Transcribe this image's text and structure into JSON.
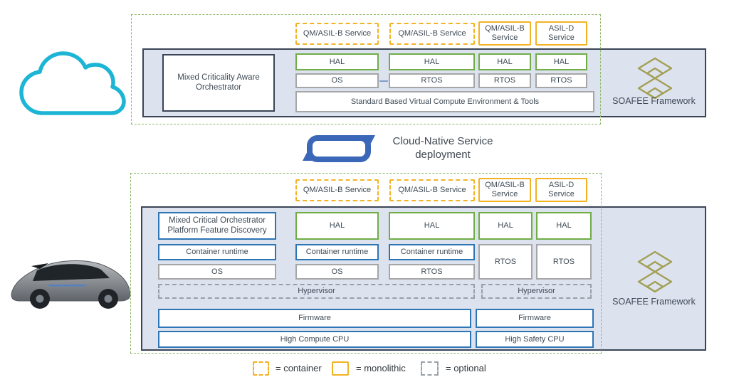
{
  "colors": {
    "panel_fill": "#dce3ef",
    "panel_border": "#3a4557",
    "green": "#70ad47",
    "gold": "#f4b223",
    "blue": "#2e75b6",
    "gray": "#a6a6a6",
    "dashed_green": "#8cb868",
    "cloud_cyan": "#1db5d5",
    "cycle_blue": "#3a67b7",
    "soafee_olive": "#a39f55"
  },
  "icons": {
    "cloud": "cloud-icon",
    "cycle": "cycle-arrows-icon",
    "soafee": "layered-diamonds-icon",
    "car": "vehicle-image"
  },
  "soafee": {
    "label": "SOAFEE Framework"
  },
  "top": {
    "orchestrator": "Mixed Criticality Aware Orchestrator",
    "services": [
      "QM/ASIL-B Service",
      "QM/ASIL-B Service",
      "QM/ASIL-B Service",
      "ASIL-D Service"
    ],
    "hal": [
      "HAL",
      "HAL",
      "HAL",
      "HAL"
    ],
    "os_row": [
      "OS",
      "RTOS",
      "RTOS",
      "RTOS"
    ],
    "platform_bar": "Standard Based Virtual Compute Environment & Tools"
  },
  "middle": {
    "caption": "Cloud-Native Service deployment"
  },
  "bottom": {
    "orchestrator": "Mixed Critical Orchestrator Platform Feature Discovery",
    "services": [
      "QM/ASIL-B Service",
      "QM/ASIL-B Service",
      "QM/ASIL-B Service",
      "ASIL-D Service"
    ],
    "hal": [
      "HAL",
      "HAL",
      "HAL",
      "HAL"
    ],
    "container_runtime": [
      "Container runtime",
      "Container runtime",
      "Container runtime"
    ],
    "os_row": [
      "OS",
      "OS",
      "RTOS"
    ],
    "rtos_tall": [
      "RTOS",
      "RTOS"
    ],
    "hypervisor_left": "Hypervisor",
    "hypervisor_right": "Hypervisor",
    "firmware_left": "Firmware",
    "firmware_right": "Firmware",
    "cpu_left": "High Compute CPU",
    "cpu_right": "High Safety CPU"
  },
  "legend": {
    "container": "= container",
    "monolithic": "= monolithic",
    "optional": "= optional"
  }
}
